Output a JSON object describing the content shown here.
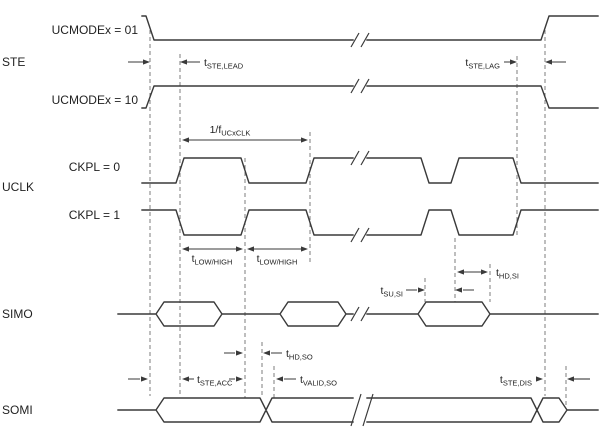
{
  "colors": {
    "line": "#3a3a3a",
    "dashed_guide": "#7d7d7d",
    "text": "#1f1f1f",
    "background": "#ffffff"
  },
  "signals": {
    "ste": {
      "name": "STE",
      "mode01": "UCMODEx = 01",
      "mode10": "UCMODEx = 10"
    },
    "uclk": {
      "name": "UCLK",
      "ckpl0": "CKPL = 0",
      "ckpl1": "CKPL = 1"
    },
    "simo": {
      "name": "SIMO"
    },
    "somi": {
      "name": "SOMI"
    }
  },
  "timings": {
    "ste_lead": {
      "base": "t",
      "sub": "STE,LEAD"
    },
    "ste_lag": {
      "base": "t",
      "sub": "STE,LAG"
    },
    "uclk_period": {
      "base": "1/f",
      "sub": "UCxCLK"
    },
    "low_high_a": {
      "base": "t",
      "sub": "LOW/HIGH"
    },
    "low_high_b": {
      "base": "t",
      "sub": "LOW/HIGH"
    },
    "su_si": {
      "base": "t",
      "sub": "SU,SI"
    },
    "hd_si": {
      "base": "t",
      "sub": "HD,SI"
    },
    "hd_so": {
      "base": "t",
      "sub": "HD,SO"
    },
    "valid_so": {
      "base": "t",
      "sub": "VALID,SO"
    },
    "ste_acc": {
      "base": "t",
      "sub": "STE,ACC"
    },
    "ste_dis": {
      "base": "t",
      "sub": "STE,DIS"
    }
  }
}
